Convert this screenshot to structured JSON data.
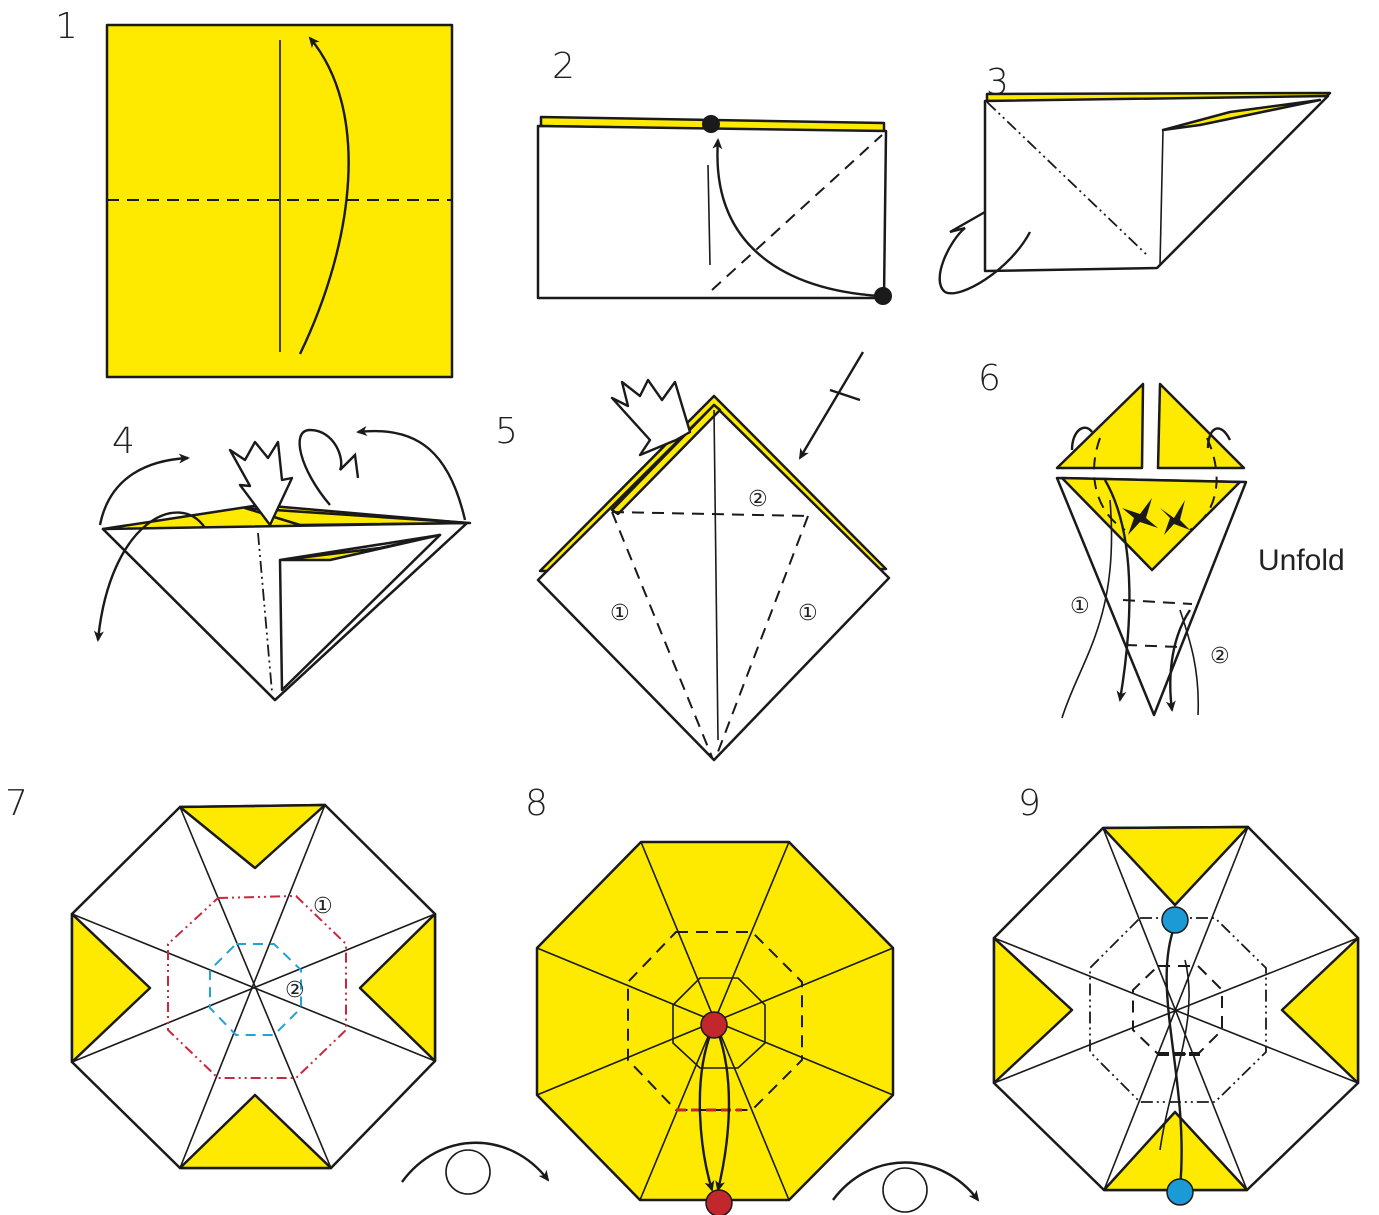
{
  "colors": {
    "paper": "#FDEA00",
    "paper_back": "#FFFFFF",
    "line": "#1A1A1A",
    "mountain_fold_red": "#C8283C",
    "valley_fold_blue": "#1FA3D8",
    "dot_red": "#C1272D",
    "dot_blue": "#1B9AD6"
  },
  "steps": [
    {
      "number": "1"
    },
    {
      "number": "2"
    },
    {
      "number": "3"
    },
    {
      "number": "4"
    },
    {
      "number": "5",
      "labels": [
        "②",
        "①",
        "①"
      ]
    },
    {
      "number": "6",
      "labels": [
        "①",
        "②"
      ],
      "note": "Unfold"
    },
    {
      "number": "7",
      "labels": [
        "①",
        "②"
      ]
    },
    {
      "number": "8"
    },
    {
      "number": "9"
    }
  ],
  "icons": [
    "fold-arrow-icon",
    "push-arrow-icon",
    "turn-over-icon",
    "unfold-icon"
  ]
}
